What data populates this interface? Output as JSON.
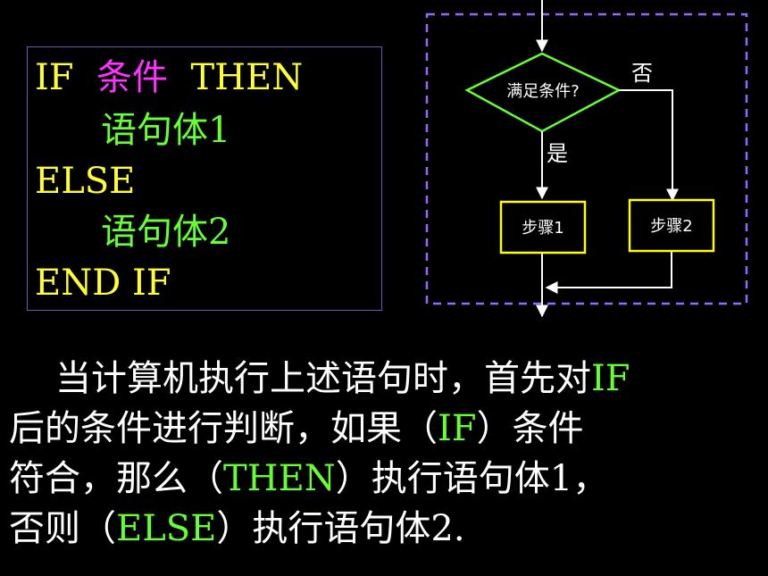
{
  "code": {
    "line1": {
      "if": "IF",
      "cond": "条件",
      "then": "THEN"
    },
    "line2": "语句体1",
    "line3": "ELSE",
    "line4": "语句体2",
    "line5": "END IF"
  },
  "flowchart": {
    "decision": "满足条件?",
    "no_label": "否",
    "yes_label": "是",
    "step1": "步骤1",
    "step2": "步骤2"
  },
  "paragraph": {
    "l1_a": "当计算机执行上述语句时，首先对",
    "l1_b": "IF",
    "l2_a": "后的条件进行判断，如果（",
    "l2_b": "IF",
    "l2_c": "）条件",
    "l3_a": "符合，那么（",
    "l3_b": "THEN",
    "l3_c": "）执行语句体1，",
    "l4_a": "否则（",
    "l4_b": "ELSE",
    "l4_c": "）执行语句体2."
  },
  "colors": {
    "background": "#000000",
    "keyword": "#ffff33",
    "condition": "#ff33ff",
    "statement": "#66ff33",
    "decision_border": "#66ff33",
    "step_border": "#ffff00",
    "dashed_frame": "#9966ff"
  }
}
